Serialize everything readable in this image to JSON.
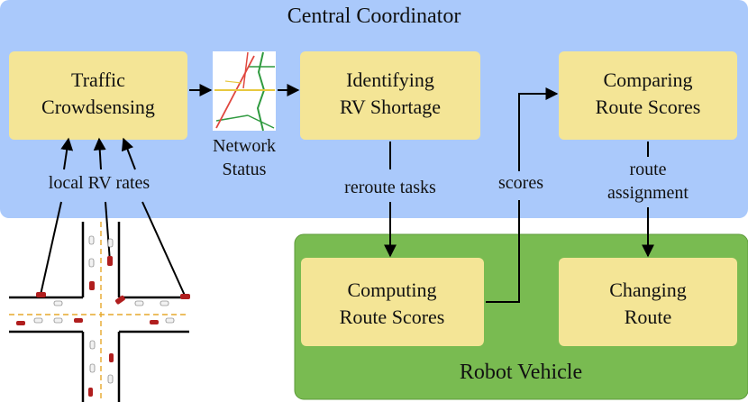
{
  "regions": {
    "central_coordinator": "Central Coordinator",
    "robot_vehicle": "Robot Vehicle"
  },
  "boxes": {
    "traffic_crowdsensing": [
      "Traffic",
      "Crowdsensing"
    ],
    "identifying_rv_shortage": [
      "Identifying",
      "RV Shortage"
    ],
    "comparing_route_scores": [
      "Comparing",
      "Route Scores"
    ],
    "computing_route_scores": [
      "Computing",
      "Route Scores"
    ],
    "changing_route": [
      "Changing",
      "Route"
    ]
  },
  "edge_labels": {
    "network_status": [
      "Network",
      "Status"
    ],
    "local_rv_rates": "local RV rates",
    "reroute_tasks": "reroute tasks",
    "scores": "scores",
    "route_assignment": [
      "route",
      "assignment"
    ]
  },
  "colors": {
    "coordinator_bg": "#aac9fb",
    "vehicle_bg": "#79bb51",
    "vehicle_border": "#5e9b3b",
    "box_fill": "#f4e596",
    "arrow": "#000000",
    "road_center_line": "#e6a92b",
    "vehicle_red": "#b01e1e",
    "vehicle_white": "#f2f2f2",
    "map_red": "#e0473f",
    "map_green": "#2f9a3f",
    "map_yellow": "#e7c83f"
  },
  "icons": {
    "network_status_map": "road-network-map-icon",
    "intersection": "intersection-traffic-icon"
  }
}
